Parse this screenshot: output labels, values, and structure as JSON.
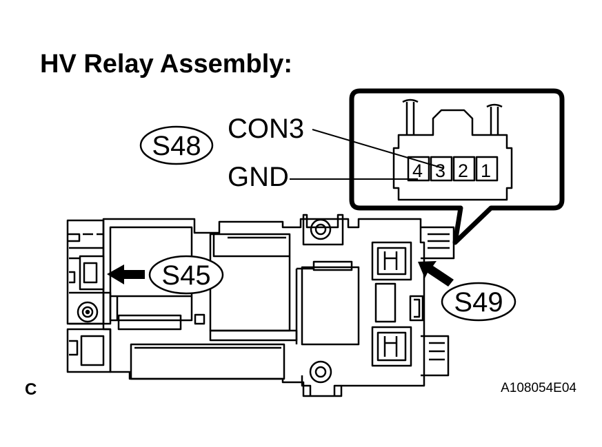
{
  "title": "HV Relay Assembly:",
  "connectors": {
    "s48": "S48",
    "s45": "S45",
    "s49": "S49"
  },
  "terminals": {
    "con3": "CON3",
    "gnd": "GND"
  },
  "pins": [
    "4",
    "3",
    "2",
    "1"
  ],
  "corner_letter": "C",
  "figure_code": "A108054E04"
}
